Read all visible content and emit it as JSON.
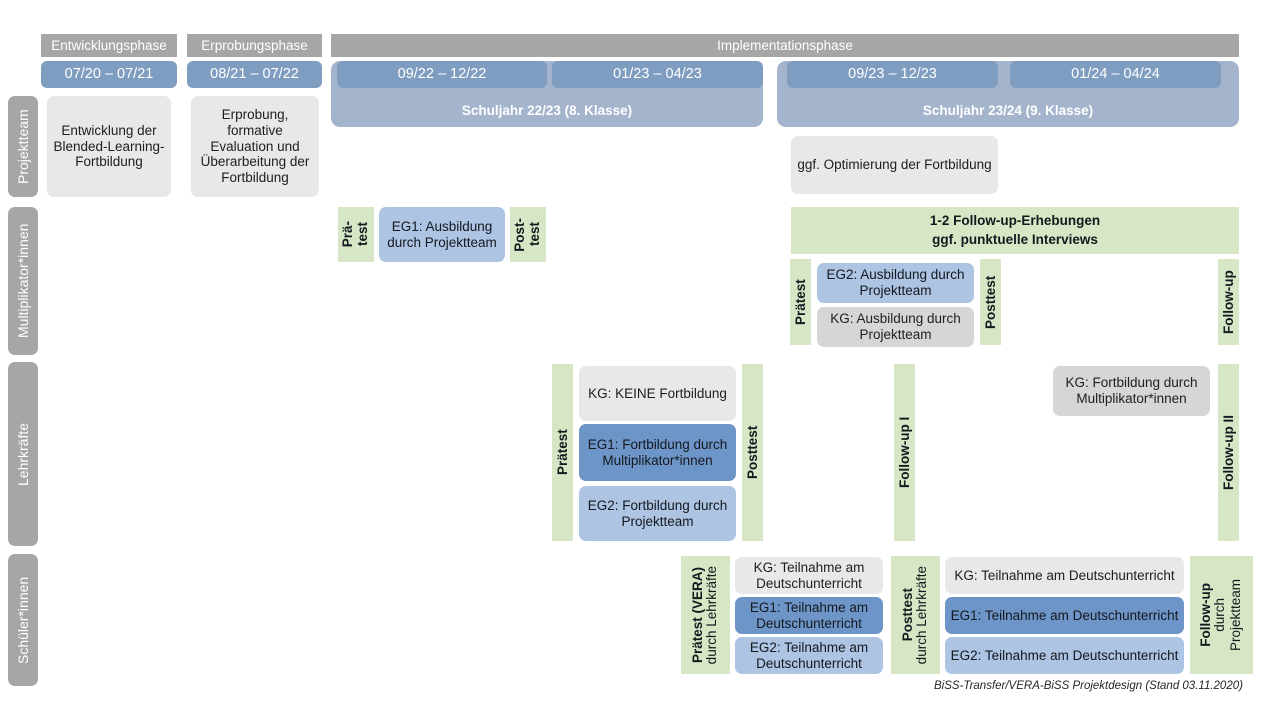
{
  "header": {
    "phases": [
      {
        "label": "Entwicklungsphase"
      },
      {
        "label": "Erprobungsphase"
      },
      {
        "label": "Implementationsphase"
      }
    ],
    "dates": [
      {
        "label": "07/20 – 07/21"
      },
      {
        "label": "08/21 – 07/22"
      },
      {
        "label": "09/22 – 12/22"
      },
      {
        "label": "01/23 – 04/23"
      },
      {
        "label": "09/23 – 12/23"
      },
      {
        "label": "01/24 – 04/24"
      }
    ],
    "schuljahre": [
      {
        "label": "Schuljahr 22/23 (8. Klasse)"
      },
      {
        "label": "Schuljahr 23/24 (9. Klasse)"
      }
    ]
  },
  "sidebar": {
    "items": [
      {
        "label": "Projektteam"
      },
      {
        "label": "Multiplikator*innen"
      },
      {
        "label": "Lehrkräfte"
      },
      {
        "label": "Schüler*innen"
      }
    ]
  },
  "projektteam": {
    "entwicklung": "Entwicklung der Blended-Learning-Fortbildung",
    "erprobung": "Erprobung, formative Evaluation und Überarbeitung der Fortbildung",
    "optimierung": "ggf. Optimierung der Fortbildung"
  },
  "multiplikatoren": {
    "praetest_1": "Prä-",
    "praetest_2": "test",
    "posttest_1": "Post-",
    "posttest_2": "test",
    "eg1": "EG1: Ausbildung durch Projektteam",
    "followup_banner_1": "1-2 Follow-up-Erhebungen",
    "followup_banner_2": "ggf. punktuelle Interviews",
    "praetest": "Prätest",
    "posttest": "Posttest",
    "followup": "Follow-up",
    "eg2": "EG2: Ausbildung durch Projektteam",
    "kg": "KG: Ausbildung durch Projektteam"
  },
  "lehrkraefte": {
    "praetest": "Prätest",
    "posttest": "Posttest",
    "followup_1": "Follow-up I",
    "followup_2": "Follow-up II",
    "kg": "KG:  KEINE Fortbildung",
    "eg1": "EG1: Fortbildung durch Multiplikator*innen",
    "eg2": "EG2: Fortbildung durch Projektteam",
    "kg_spaet": "KG: Fortbildung durch Multiplikator*innen"
  },
  "schueler": {
    "praetest_bold": "Prätest (VERA)",
    "praetest_sub": "durch Lehrkräfte",
    "posttest_bold": "Posttest",
    "posttest_sub": "durch Lehrkräfte",
    "followup_bold": "Follow-up",
    "followup_sub1": "durch",
    "followup_sub2": "Projektteam",
    "kg": "KG: Teilnahme am Deutschunterricht",
    "eg1": "EG1: Teilnahme am Deutschunterricht",
    "eg2": "EG2: Teilnahme am Deutschunterricht",
    "kg_2": "KG: Teilnahme am Deutschunterricht",
    "eg1_2": "EG1: Teilnahme am Deutschunterricht",
    "eg2_2": "EG2: Teilnahme am Deutschunterricht"
  },
  "footer": {
    "note": "BiSS-Transfer/VERA-BiSS Projektdesign (Stand 03.11.2020)"
  },
  "colors": {
    "phase_header": "#a6a6a6",
    "date_bar": "#7f9dc0",
    "schuljahr": "#a4b4cd",
    "neutral_gray": "#e8e8e8",
    "gray_group": "#d6d6d6",
    "eg1_blue": "#6e95c8",
    "eg2_blue": "#adc4e2",
    "test_green": "#d7e6c4",
    "sidebar_gray": "#a6a6a6"
  }
}
